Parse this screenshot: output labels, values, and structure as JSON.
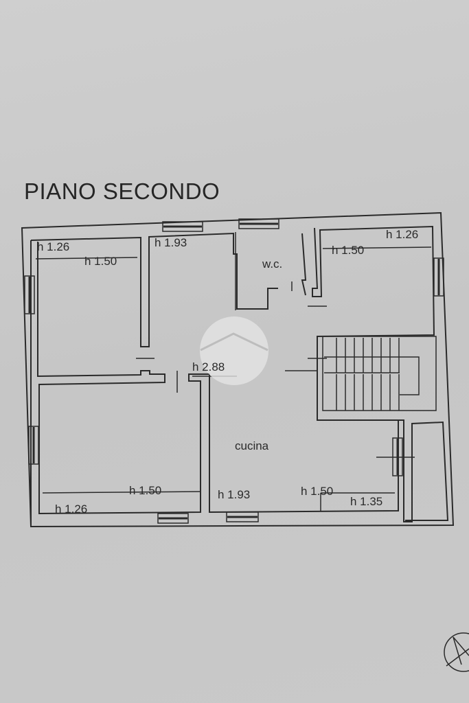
{
  "plan": {
    "title": "PIANO SECONDO",
    "rooms": {
      "wc": "w.c.",
      "cucina": "cucina"
    },
    "heights": {
      "top_left_a": "h 1.26",
      "top_left_b": "h 1.50",
      "top_mid": "h 1.93",
      "top_right_a": "h 1.26",
      "top_right_b": "h 1.50",
      "center": "h 2.88",
      "bottom_left_a": "h 1.50",
      "bottom_left_b": "h 1.26",
      "kitchen_a": "h 1.93",
      "kitchen_b": "h 1.50",
      "kitchen_c": "h 1.35"
    }
  },
  "colors": {
    "paper": "#c8c8c8",
    "ink": "#2a2a2a"
  }
}
